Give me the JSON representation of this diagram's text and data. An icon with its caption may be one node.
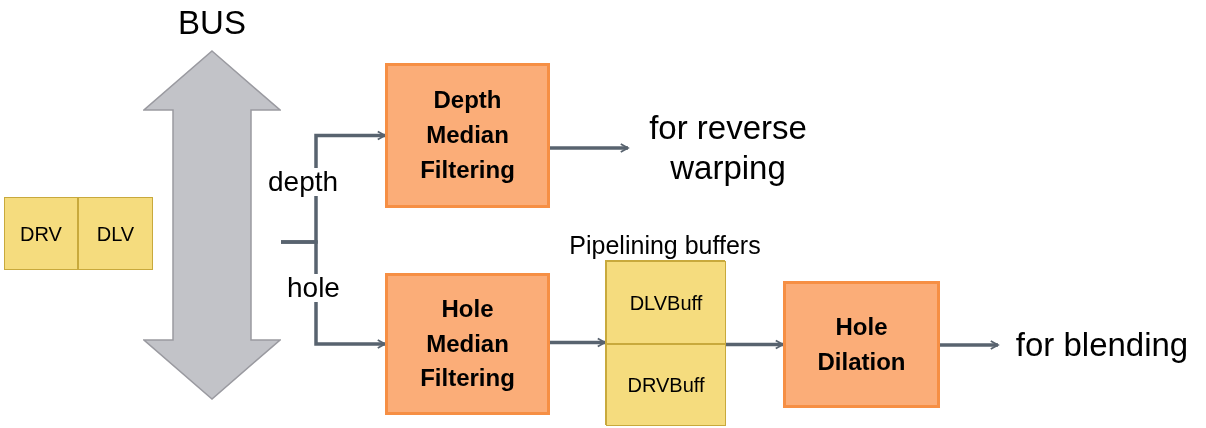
{
  "diagram": {
    "nodes": [
      {
        "text": [
          "DRV"
        ]
      },
      {
        "text": [
          "DLV"
        ]
      },
      {
        "text": [
          "BUS"
        ]
      },
      {
        "text": [
          "Depth Median Filtering"
        ]
      },
      {
        "text": [
          "for reverse warping"
        ]
      },
      {
        "text": [
          "Hole Median Filtering"
        ]
      },
      {
        "text": [],
        "shape": "box",
        "beside": [
          "Pipelining buffers"
        ]
      },
      {
        "text": [
          "DLVBuff"
        ],
        "in": 6
      },
      {
        "text": [
          "DRVBuff"
        ],
        "in": 6
      },
      {
        "text": [
          "Hole Dilation"
        ]
      },
      {
        "text": [
          "for blending"
        ]
      }
    ],
    "edges": [
      {
        "from": 2,
        "to": 3,
        "arrow": "to",
        "label": "depth"
      },
      {
        "from": 2,
        "to": 5,
        "arrow": "to",
        "label": "hole"
      },
      {
        "from": 3,
        "to": 4,
        "arrow": "to"
      },
      {
        "from": 5,
        "to": 6,
        "arrow": "to"
      },
      {
        "from": 6,
        "to": 9,
        "arrow": "to"
      },
      {
        "from": 9,
        "to": 10,
        "arrow": "to"
      }
    ]
  }
}
